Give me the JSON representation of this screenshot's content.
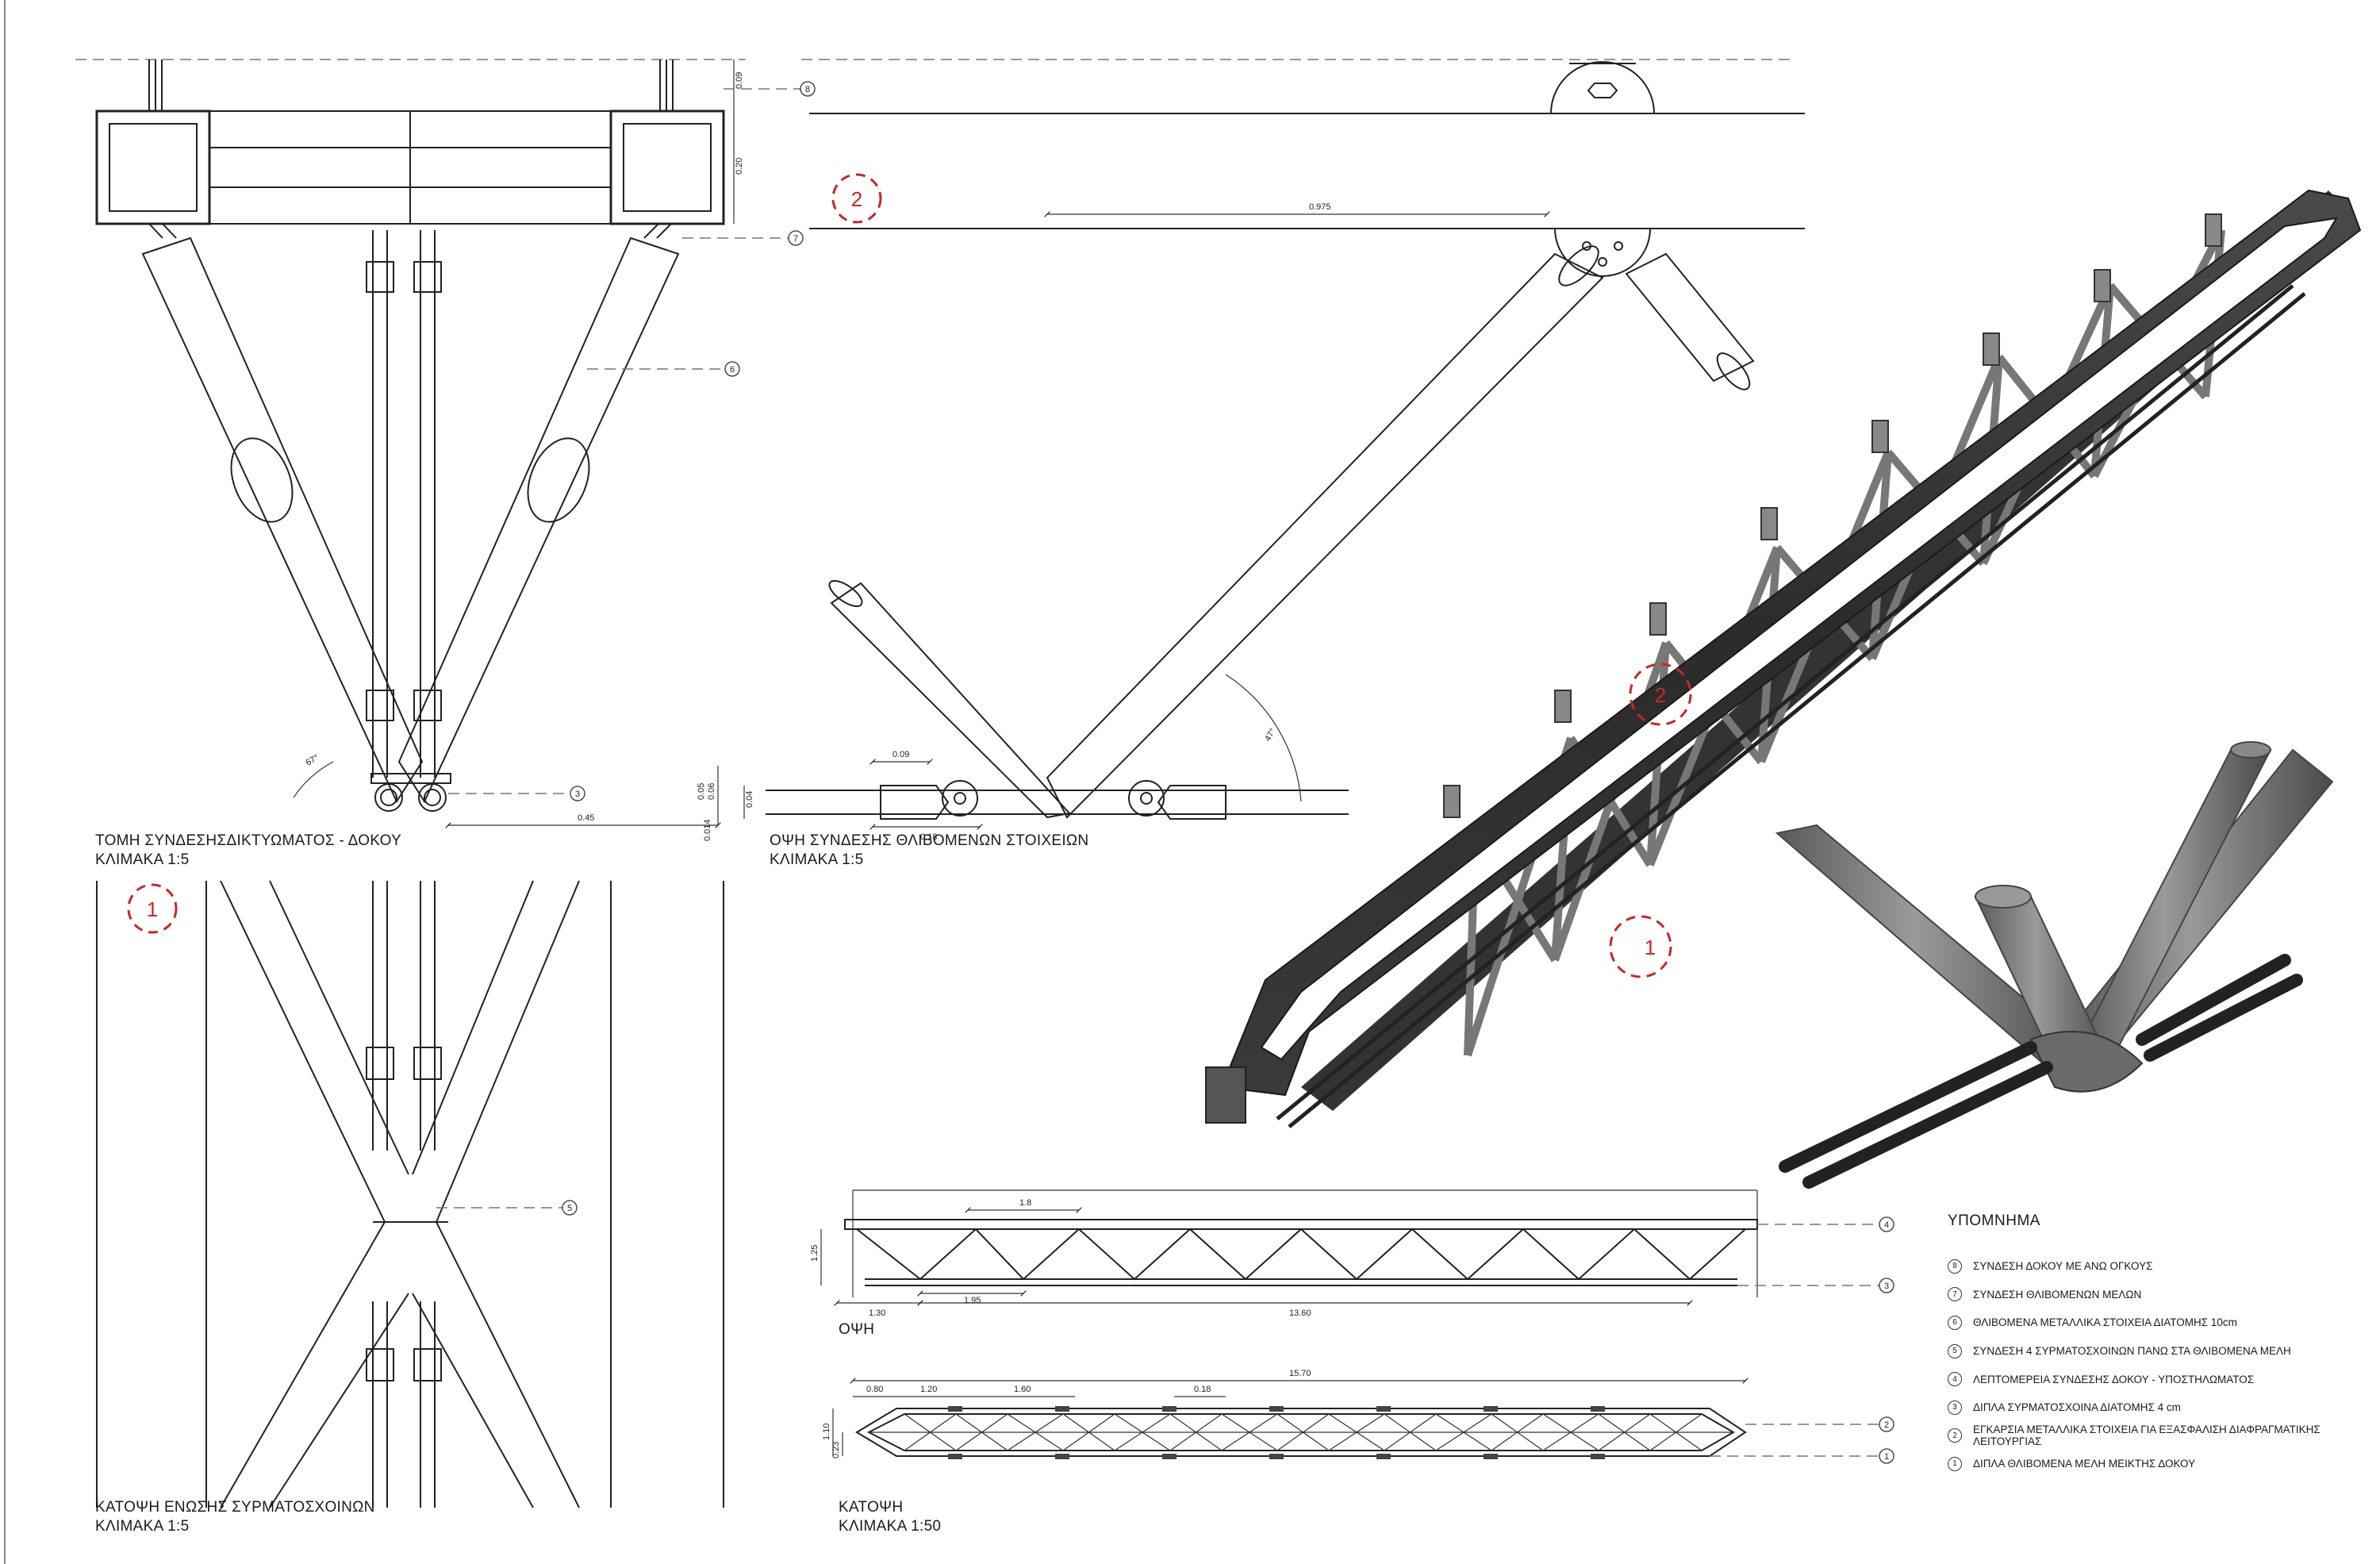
{
  "views": {
    "section": {
      "title": "ΤΟΜΗ ΣΥΝΔΕΣΗΣΔΙΚΤΥΩΜΑΤΟΣ - ΔΟΚΟΥ",
      "scale": "ΚΛΙΜΑΚΑ 1:5",
      "dims": {
        "d1": "0.09",
        "d2": "0.20",
        "d3": "0.45",
        "d4": "0.05",
        "d5": "0.06",
        "d6": "0.014",
        "angle": "67°"
      }
    },
    "elevation_detail": {
      "title": "ΟΨΗ ΣΥΝΔΕΣΗΣ ΘΛΙΒΟΜΕΝΩΝ ΣΤΟΙΧΕΙΩΝ",
      "scale": "ΚΛΙΜΑΚΑ 1:5",
      "dims": {
        "d1": "0.975",
        "d2": "0.09",
        "d3": "0.18",
        "d4": "0.04",
        "angle": "47°"
      }
    },
    "plan_cables": {
      "title": "ΚΑΤΟΨΗ ΕΝΩΣΗΣ ΣΥΡΜΑΤΟΣΧΟΙΝΩΝ",
      "scale": "ΚΛΙΜΑΚΑ 1:5"
    },
    "elevation": {
      "title": "ΟΨΗ",
      "dims": {
        "top": "1.8",
        "height": "1.25",
        "a": "1.30",
        "b": "1.95",
        "c": "13.60"
      }
    },
    "plan": {
      "title": "ΚΑΤΟΨΗ",
      "scale": "ΚΛΙΜΑΚΑ 1:50",
      "dims": {
        "total": "15.70",
        "a": "0.80",
        "b": "1.20",
        "c": "1.60",
        "d": "0.18",
        "h": "1.10",
        "e": "0.23"
      }
    }
  },
  "markers": {
    "detail_1": "1",
    "detail_2": "2"
  },
  "callouts": {
    "n1": "1",
    "n2": "2",
    "n3": "3",
    "n4": "4",
    "n5": "5",
    "n6": "6",
    "n7": "7",
    "n8": "8"
  },
  "legend": {
    "title": "ΥΠΟΜΝΗΜΑ",
    "items": [
      {
        "num": "8",
        "text": "ΣΥΝΔΕΣΗ ΔΟΚΟΥ ΜΕ ΑΝΩ ΟΓΚΟΥΣ"
      },
      {
        "num": "7",
        "text": "ΣΥΝΔΕΣΗ ΘΛΙΒΟΜΕΝΩΝ ΜΕΛΩΝ"
      },
      {
        "num": "6",
        "text": "ΘΛΙΒΟΜΕΝΑ ΜΕΤΑΛΛΙΚΑ ΣΤΟΙΧΕΙΑ ΔΙΑΤΟΜΗΣ 10cm"
      },
      {
        "num": "5",
        "text": "ΣΥΝΔΕΣΗ 4 ΣΥΡΜΑΤΟΣΧΟΙΝΩΝ ΠΑΝΩ ΣΤΑ ΘΛΙΒΟΜΕΝΑ ΜΕΛΗ"
      },
      {
        "num": "4",
        "text": "ΛΕΠΤΟΜΕΡΕΙΑ ΣΥΝΔΕΣΗΣ ΔΟΚΟΥ - ΥΠΟΣΤΗΛΩΜΑΤΟΣ"
      },
      {
        "num": "3",
        "text": "ΔΙΠΛΑ ΣΥΡΜΑΤΟΣΧΟΙΝΑ ΔΙΑΤΟΜΗΣ 4 cm"
      },
      {
        "num": "2",
        "text": "ΕΓΚΑΡΣΙΑ ΜΕΤΑΛΛΙΚΑ ΣΤΟΙΧΕΙΑ ΓΙΑ ΕΞΑΣΦΑΛΙΣΗ ΔΙΑΦΡΑΓΜΑΤΙΚΗΣ ΛΕΙΤΟΥΡΓΙΑΣ"
      },
      {
        "num": "1",
        "text": "ΔΙΠΛΑ ΘΛΙΒΟΜΕΝΑ ΜΕΛΗ ΜΕΙΚΤΗΣ ΔΟΚΟΥ"
      }
    ]
  }
}
